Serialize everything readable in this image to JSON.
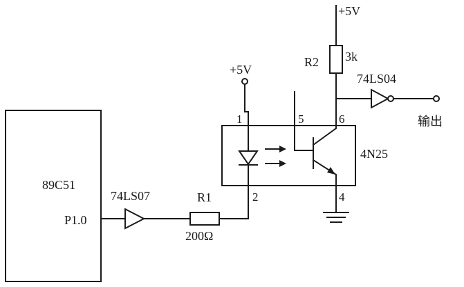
{
  "labels": {
    "vcc_top": "+5V",
    "vcc_led": "+5V",
    "r2": "R2",
    "r2_value": "3k",
    "inverter": "74LS04",
    "output": "输出",
    "mcu": "89C51",
    "mcu_pin": "P1.0",
    "buffer": "74LS07",
    "r1": "R1",
    "r1_value": "200Ω",
    "optocoupler": "4N25",
    "pin1": "1",
    "pin2": "2",
    "pin4": "4",
    "pin5": "5",
    "pin6": "6"
  }
}
